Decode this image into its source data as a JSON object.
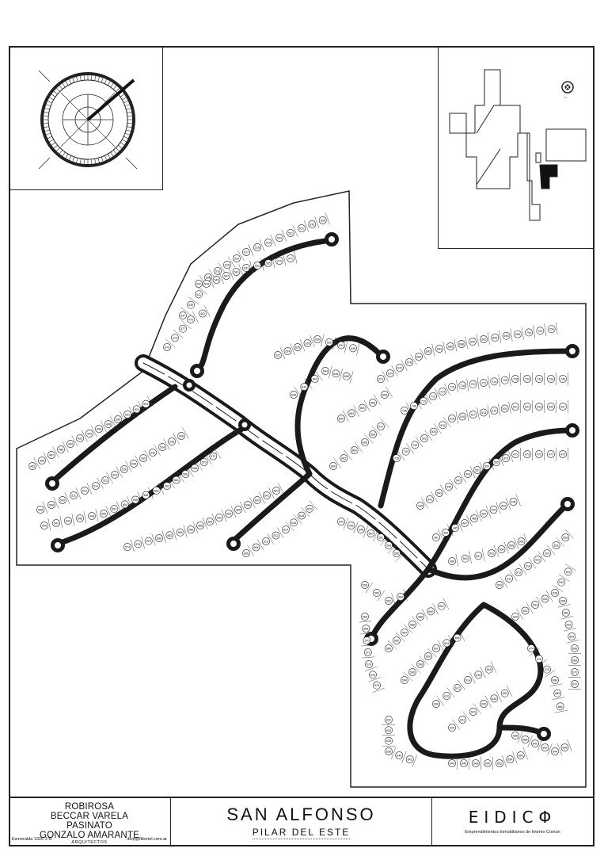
{
  "plan": {
    "lot_labels": [
      "502",
      "505",
      "510",
      "515",
      "516",
      "517",
      "518",
      "519",
      "520",
      "521",
      "531",
      "533",
      "535",
      "537",
      "539",
      "541",
      "543",
      "545",
      "547",
      "549",
      "551",
      "553",
      "555",
      "470",
      "471",
      "473",
      "475",
      "477",
      "479",
      "481",
      "483",
      "485",
      "487",
      "488",
      "490",
      "492",
      "494",
      "496",
      "498",
      "500",
      "501",
      "503",
      "504",
      "506",
      "508",
      "509",
      "511",
      "513",
      "514",
      "522",
      "524",
      "526",
      "528",
      "530",
      "532",
      "534",
      "536",
      "538",
      "540",
      "542",
      "544",
      "546",
      "548",
      "550",
      "552",
      "554",
      "556",
      "558",
      "560",
      "562",
      "564",
      "566",
      "568",
      "570",
      "572",
      "574",
      "576",
      "578",
      "580",
      "582",
      "584",
      "586",
      "588",
      "590",
      "592",
      "594",
      "596",
      "598",
      "600",
      "602",
      "604",
      "606",
      "608",
      "610",
      "612",
      "614",
      "616",
      "618",
      "620",
      "622",
      "624",
      "626",
      "628",
      "630",
      "632",
      "634",
      "636",
      "638",
      "640",
      "642",
      "644",
      "646",
      "648",
      "650",
      "652",
      "654",
      "656",
      "658",
      "660",
      "662",
      "664",
      "666",
      "668",
      "670",
      "672",
      "674",
      "676",
      "678",
      "680",
      "682",
      "684",
      "686",
      "688",
      "690",
      "692",
      "694",
      "696",
      "698",
      "700",
      "702",
      "704",
      "706",
      "708",
      "710",
      "712",
      "714",
      "716",
      "718",
      "720",
      "722",
      "724",
      "726",
      "728",
      "730",
      "732",
      "734",
      "736",
      "738",
      "740",
      "742"
    ]
  },
  "title_block": {
    "architects": [
      "ROBIROSA",
      "BECCAR VARELA",
      "PASINATO",
      "GONZALO AMARANTE"
    ],
    "architects_role": "ARQUITECTOS",
    "address": "Esmeralda 1320 1°B",
    "email": "rbvp@fibertel.com.ar",
    "project_name": "SAN ALFONSO",
    "project_location": "PILAR DEL ESTE",
    "developer_logo": "EIDIC",
    "developer_subtitle": "Emprendimientos Inmobiliarios de Interés Común"
  },
  "colors": {
    "line": "#222222",
    "road": "#1a1a1a",
    "paper": "#ffffff"
  },
  "icons": [
    "compass-icon",
    "north-arrow-icon",
    "logo-symbol-icon"
  ]
}
